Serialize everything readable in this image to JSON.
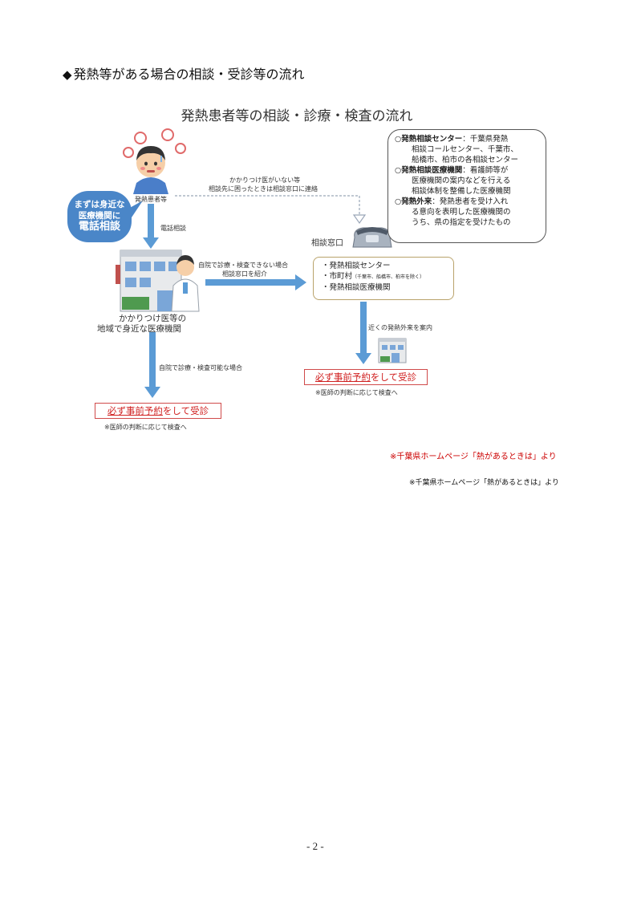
{
  "heading": {
    "diamond": "◆",
    "text": "発熱等がある場合の相談・受診等の流れ"
  },
  "figure": {
    "title": "発熱患者等の相談・診療・検査の流れ",
    "patient_label": "発熱患者等",
    "bubble": {
      "line1": "まずは身近な",
      "line2": "医療機関に",
      "line3": "電話相談"
    },
    "phone_consult_label": "電話相談",
    "no_doctor_line1": "かかりつけ医がいない等",
    "no_doctor_line2": "相談先に困ったときは相談窓口に連絡",
    "consult_window_label": "相談窓口",
    "legend": {
      "item1_head": "○発熱相談センター",
      "item1_rest": "：千葉県発熱",
      "item1_l2": "相談コールセンター、千葉市、",
      "item1_l3": "船橋市、柏市の各相談センター",
      "item2_head": "○発熱相談医療機関",
      "item2_rest": "：看護師等が",
      "item2_l2": "医療機関の案内などを行える",
      "item2_l3": "相談体制を整備した医療機関",
      "item3_head": "○発熱外来",
      "item3_rest": "：発熱患者を受け入れ",
      "item3_l2": "る意向を表明した医療機関の",
      "item3_l3": "うち、県の指定を受けたもの"
    },
    "refer_line1": "自院で診療・検査できない場合",
    "refer_line2": "相談窓口を紹介",
    "window_items": {
      "i1": "・発熱相談センター",
      "i2": "・市町村",
      "i2_note": "（千葉市、船橋市、柏市を除く）",
      "i3": "・発熱相談医療機関"
    },
    "clinic_label_line1": "かかりつけ医等の",
    "clinic_label_line2": "地域で身近な医療機関",
    "nearby_label": "近くの発熱外来を案内",
    "possible_label": "自院で診療・検査可能な場合",
    "reserve_underlined": "必ず事前予約",
    "reserve_rest": "をして受診",
    "exam_note": "※医師の判断に応じて検査へ"
  },
  "source_red": "※千葉県ホームページ「熱があるときは」より",
  "source_black": "※千葉県ホームページ「熱があるときは」より",
  "page_number": "- 2 -",
  "colors": {
    "arrow": "#5b9bd5",
    "bubble": "#4a86c8",
    "reserve_text": "#d02020",
    "source_red": "#cc0000"
  }
}
